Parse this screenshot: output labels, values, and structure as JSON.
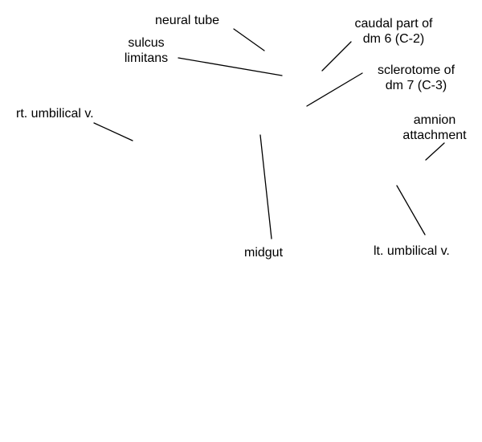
{
  "labels": {
    "neural_tube": [
      "neural tube"
    ],
    "sulcus_limitans": [
      "sulcus",
      "limitans"
    ],
    "caudal_part_dm6": [
      "caudal part of",
      "dm 6 (C-2)"
    ],
    "sclerotome_dm7": [
      "sclerotome of",
      "dm 7 (C-3)"
    ],
    "rt_umbilical_v": [
      "rt. umbilical v."
    ],
    "amnion_attachment": [
      "amnion",
      "attachment"
    ],
    "midgut": [
      "midgut"
    ],
    "lt_umbilical_v": [
      "lt. umbilical v."
    ]
  },
  "style": {
    "line_color": "#000000",
    "text_color": "#000000"
  }
}
